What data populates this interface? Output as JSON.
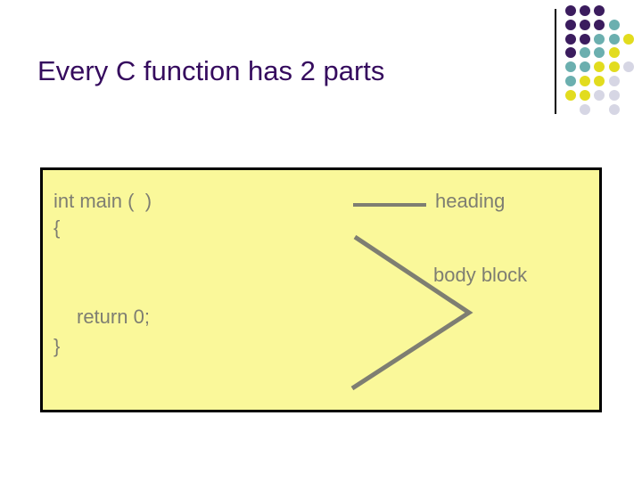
{
  "slide": {
    "title": "Every C function has 2 parts",
    "title_color": "#350B5E",
    "background_color": "#ffffff"
  },
  "code_panel": {
    "background_color": "#FAF89A",
    "border_color": "#000000",
    "text_color": "#7E7E72",
    "lines": [
      {
        "text": "int main (  )",
        "indent": 0
      },
      {
        "text": "{",
        "indent": 0
      },
      {
        "text": "return 0;",
        "indent": 1
      },
      {
        "text": "}",
        "indent": 0
      }
    ]
  },
  "annotations": {
    "heading_label": "heading",
    "body_block_label": "body block",
    "line_color": "#7E7E72"
  },
  "decoration": {
    "divider_color": "#000000",
    "palette": {
      "purple": "#3B1C5E",
      "teal": "#6BAFAF",
      "yellow": "#E2DC1E",
      "gray": "#D6D6E4"
    },
    "dots": [
      {
        "col": 0,
        "row": 0,
        "color": "#3B1C5E"
      },
      {
        "col": 1,
        "row": 0,
        "color": "#3B1C5E"
      },
      {
        "col": 2,
        "row": 0,
        "color": "#3B1C5E"
      },
      {
        "col": 0,
        "row": 1,
        "color": "#3B1C5E"
      },
      {
        "col": 1,
        "row": 1,
        "color": "#3B1C5E"
      },
      {
        "col": 2,
        "row": 1,
        "color": "#3B1C5E"
      },
      {
        "col": 3,
        "row": 1,
        "color": "#6BAFAF"
      },
      {
        "col": 0,
        "row": 2,
        "color": "#3B1C5E"
      },
      {
        "col": 1,
        "row": 2,
        "color": "#3B1C5E"
      },
      {
        "col": 2,
        "row": 2,
        "color": "#6BAFAF"
      },
      {
        "col": 3,
        "row": 2,
        "color": "#6BAFAF"
      },
      {
        "col": 4,
        "row": 2,
        "color": "#E2DC1E"
      },
      {
        "col": 0,
        "row": 3,
        "color": "#3B1C5E"
      },
      {
        "col": 1,
        "row": 3,
        "color": "#6BAFAF"
      },
      {
        "col": 2,
        "row": 3,
        "color": "#6BAFAF"
      },
      {
        "col": 3,
        "row": 3,
        "color": "#E2DC1E"
      },
      {
        "col": 0,
        "row": 4,
        "color": "#6BAFAF"
      },
      {
        "col": 1,
        "row": 4,
        "color": "#6BAFAF"
      },
      {
        "col": 2,
        "row": 4,
        "color": "#E2DC1E"
      },
      {
        "col": 3,
        "row": 4,
        "color": "#E2DC1E"
      },
      {
        "col": 4,
        "row": 4,
        "color": "#D6D6E4"
      },
      {
        "col": 0,
        "row": 5,
        "color": "#6BAFAF"
      },
      {
        "col": 1,
        "row": 5,
        "color": "#E2DC1E"
      },
      {
        "col": 2,
        "row": 5,
        "color": "#E2DC1E"
      },
      {
        "col": 3,
        "row": 5,
        "color": "#D6D6E4"
      },
      {
        "col": 0,
        "row": 6,
        "color": "#E2DC1E"
      },
      {
        "col": 1,
        "row": 6,
        "color": "#E2DC1E"
      },
      {
        "col": 2,
        "row": 6,
        "color": "#D6D6E4"
      },
      {
        "col": 3,
        "row": 6,
        "color": "#D6D6E4"
      },
      {
        "col": 1,
        "row": 7,
        "color": "#D6D6E4"
      },
      {
        "col": 3,
        "row": 7,
        "color": "#D6D6E4"
      }
    ]
  }
}
